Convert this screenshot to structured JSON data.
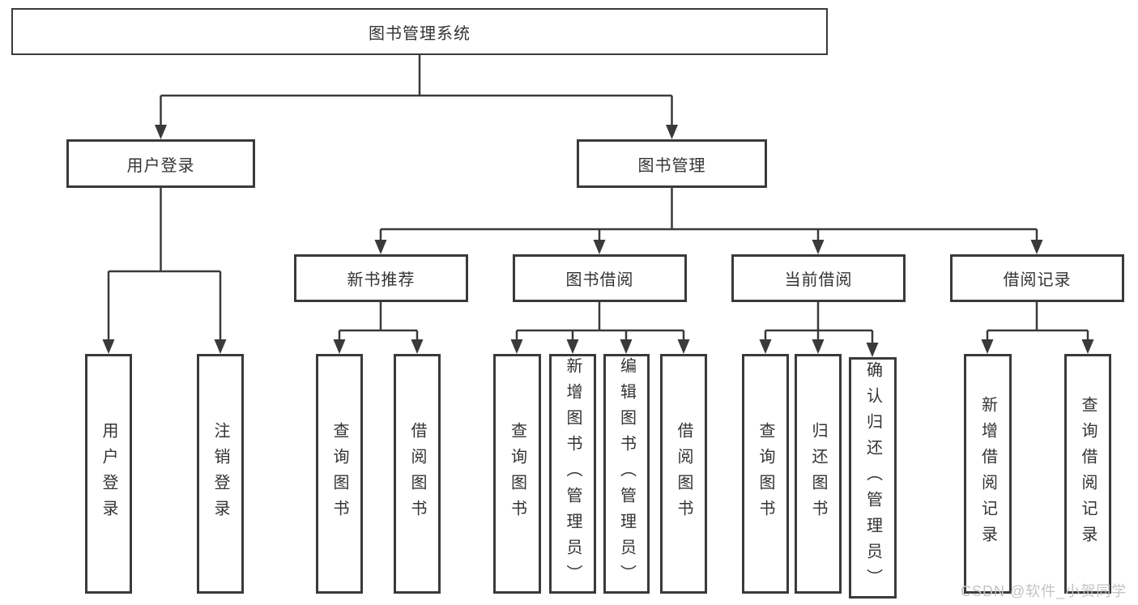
{
  "diagram": {
    "type": "hierarchy-tree",
    "orientation": "top-down",
    "colors": {
      "background": "#ffffff",
      "box_border": "#3a3a3a",
      "connector_line": "#3a3a3a",
      "text": "#333333",
      "watermark_text": "#c3c3c3"
    }
  },
  "tree": {
    "label": "图书管理系统",
    "children": [
      {
        "label": "用户登录",
        "children": [
          {
            "label": "用户登录"
          },
          {
            "label": "注销登录"
          }
        ]
      },
      {
        "label": "图书管理",
        "children": [
          {
            "label": "新书推荐",
            "children": [
              {
                "label": "查询图书"
              },
              {
                "label": "借阅图书"
              }
            ]
          },
          {
            "label": "图书借阅",
            "children": [
              {
                "label": "查询图书"
              },
              {
                "label": "新增图书（管理员）"
              },
              {
                "label": "编辑图书（管理员）"
              },
              {
                "label": "借阅图书"
              }
            ]
          },
          {
            "label": "当前借阅",
            "children": [
              {
                "label": "查询图书"
              },
              {
                "label": "归还图书"
              },
              {
                "label": "确认归还（管理员）"
              }
            ]
          },
          {
            "label": "借阅记录",
            "children": [
              {
                "label": "新增借阅记录"
              },
              {
                "label": "查询借阅记录"
              }
            ]
          }
        ]
      }
    ]
  },
  "watermark": {
    "text": "CSDN @软件_小贺同学"
  }
}
